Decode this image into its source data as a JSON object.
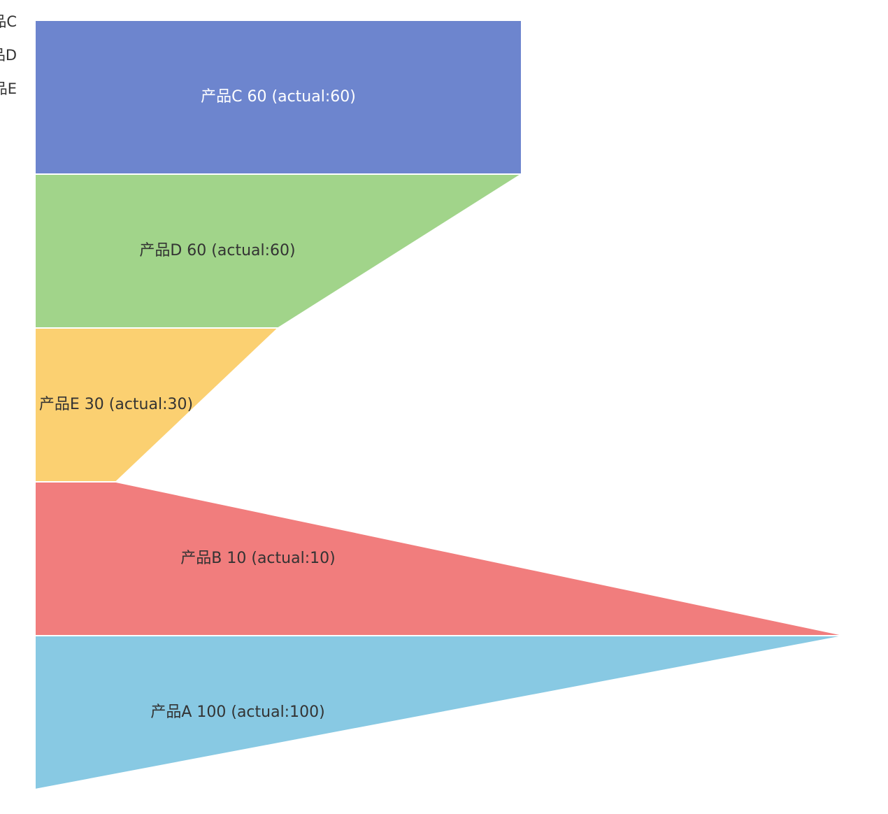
{
  "chart_data": {
    "type": "funnel",
    "sort": "none",
    "max": 100,
    "legend": {
      "placement": "top-left",
      "items": [
        "产品C",
        "产品D",
        "产品E"
      ]
    },
    "series": [
      {
        "name": "产品C",
        "value": 60,
        "actual": 60,
        "label": "产品C 60 (actual:60)",
        "color": "#5470c6"
      },
      {
        "name": "产品D",
        "value": 60,
        "actual": 60,
        "label": "产品D 60 (actual:60)",
        "color": "#91cc75"
      },
      {
        "name": "产品E",
        "value": 30,
        "actual": 30,
        "label": "产品E 30 (actual:30)",
        "color": "#fac858"
      },
      {
        "name": "产品B",
        "value": 10,
        "actual": 10,
        "label": "产品B 10 (actual:10)",
        "color": "#ee6666"
      },
      {
        "name": "产品A",
        "value": 100,
        "actual": 100,
        "label": "产品A 100 (actual:100)",
        "color": "#73c0de"
      }
    ]
  }
}
